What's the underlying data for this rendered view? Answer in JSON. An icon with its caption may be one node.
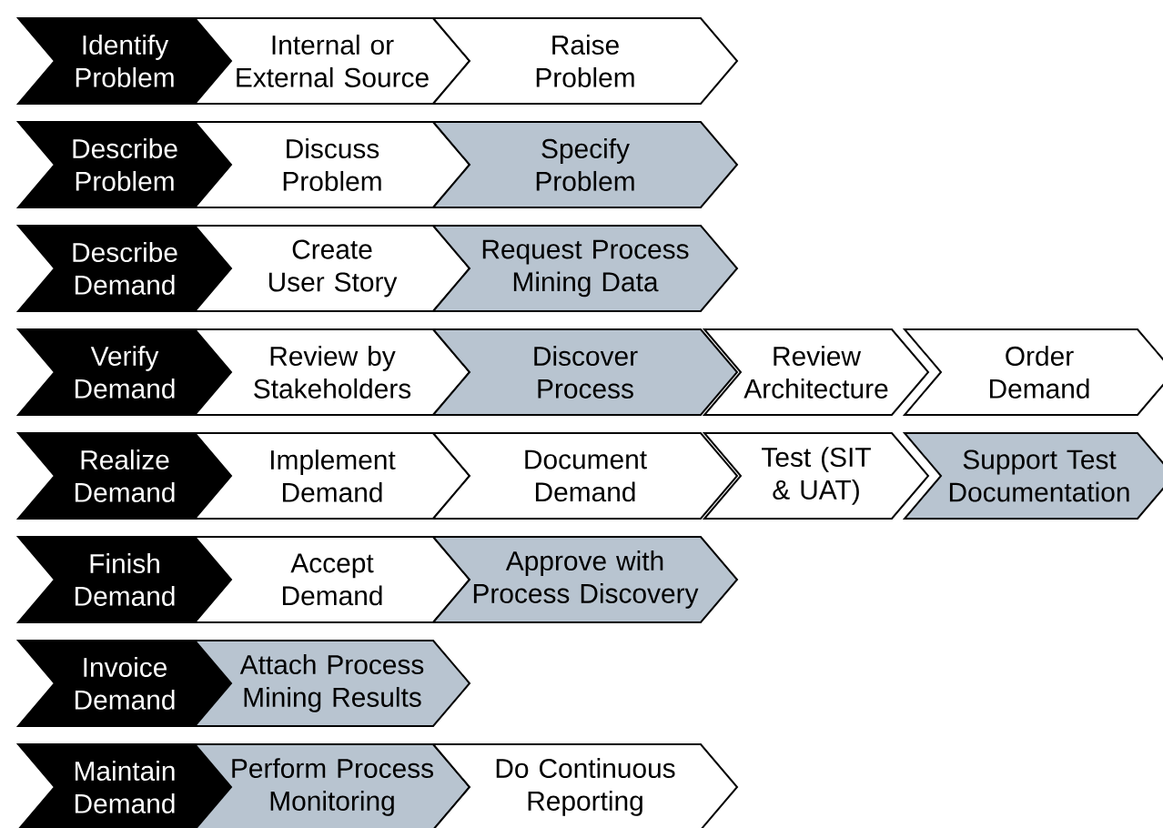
{
  "diagram": {
    "nodes": [
      {
        "text": [
          "Identify Problem"
        ]
      },
      {
        "text": [
          "Internal or External Source"
        ]
      },
      {
        "text": [
          "Raise Problem"
        ]
      },
      {
        "text": [
          "Describe Problem"
        ]
      },
      {
        "text": [
          "Discuss Problem"
        ]
      },
      {
        "text": [
          "Specify Problem"
        ]
      },
      {
        "text": [
          "Describe Demand"
        ]
      },
      {
        "text": [
          "Create User Story"
        ]
      },
      {
        "text": [
          "Request Process Mining Data"
        ]
      },
      {
        "text": [
          "Verify Demand"
        ]
      },
      {
        "text": [
          "Review by Stakeholders"
        ]
      },
      {
        "text": [
          "Discover Process"
        ]
      },
      {
        "text": [
          "Review Architecture"
        ]
      },
      {
        "text": [
          "Order Demand"
        ]
      },
      {
        "text": [
          "Realize Demand"
        ]
      },
      {
        "text": [
          "Implement Demand"
        ]
      },
      {
        "text": [
          "Document Demand"
        ]
      },
      {
        "text": [
          "Test (SIT & UAT)"
        ]
      },
      {
        "text": [
          "Support Test Documentation"
        ]
      },
      {
        "text": [
          "Finish Demand"
        ]
      },
      {
        "text": [
          "Accept Demand"
        ]
      },
      {
        "text": [
          "Approve with Process Discovery"
        ]
      },
      {
        "text": [
          "Invoice Demand"
        ]
      },
      {
        "text": [
          "Attach Process Mining Results"
        ]
      },
      {
        "text": [
          "Maintain Demand"
        ]
      },
      {
        "text": [
          "Perform Process Monitoring"
        ]
      },
      {
        "text": [
          "Do Continuous Reporting"
        ]
      }
    ]
  }
}
